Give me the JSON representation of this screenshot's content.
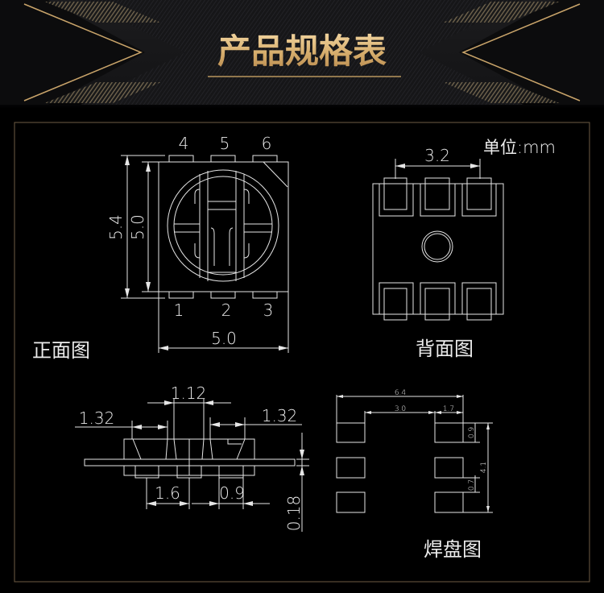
{
  "header": {
    "title": "产品规格表"
  },
  "unit_label": "单位:mm",
  "front_view": {
    "label": "正面图",
    "pins_top": [
      "4",
      "5",
      "6"
    ],
    "pins_bottom": [
      "1",
      "2",
      "3"
    ],
    "dim_total_height": "5.4",
    "dim_body_height": "5.0",
    "dim_body_width": "5.0"
  },
  "back_view": {
    "label": "背面图",
    "dim_pad_span": "3.2"
  },
  "side_view": {
    "dim_center": "1.12",
    "dim_left": "1.32",
    "dim_right": "1.32",
    "dim_pitch": "1.6",
    "dim_pad": "0.9",
    "dim_thickness": "0.18"
  },
  "solder_pad": {
    "label": "焊盘图",
    "dim_total_width": "6.4",
    "dim_gap": "3.0",
    "dim_pad_width": "1.7",
    "dim_pad_height": "0.9",
    "dim_total_height": "4.1",
    "dim_spacing": "0.7"
  },
  "colors": {
    "gold": "#d9b57a",
    "background": "#000000",
    "frame": "#6e5b44"
  }
}
